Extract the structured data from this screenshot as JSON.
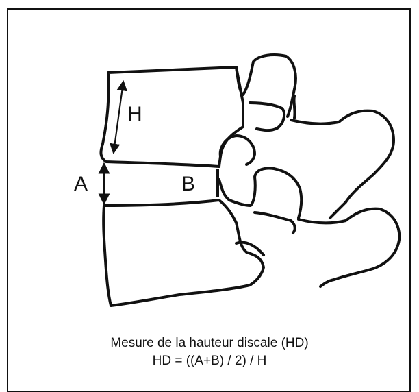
{
  "labels": {
    "h": "H",
    "a": "A",
    "b": "B"
  },
  "caption": {
    "line1": "Mesure de la hauteur discale (HD)",
    "line2": "HD = ((A+B) / 2) / H"
  },
  "colors": {
    "ink": "#111111",
    "background": "#ffffff"
  }
}
